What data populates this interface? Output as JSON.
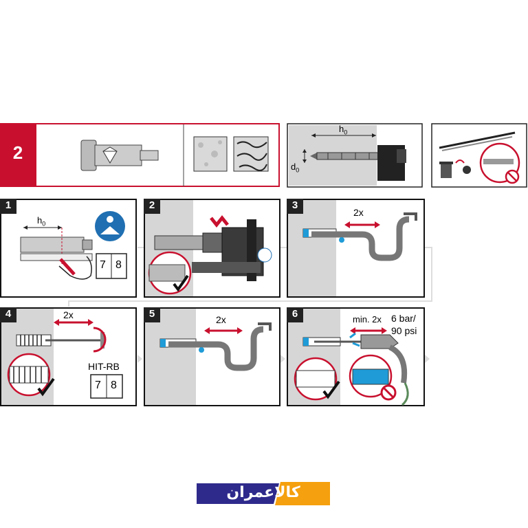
{
  "header": {
    "step_badge": "2",
    "h0_label": "h",
    "h0_sub": "0",
    "d0_label": "d",
    "d0_sub": "0"
  },
  "steps": [
    {
      "number": "1",
      "h0_label": "h",
      "h0_sub": "0",
      "book_pages": [
        "7",
        "8"
      ]
    },
    {
      "number": "2"
    },
    {
      "number": "3",
      "repeat_label": "2x"
    },
    {
      "number": "4",
      "repeat_label": "2x",
      "brush_label": "HIT-RB",
      "book_pages": [
        "7",
        "8"
      ]
    },
    {
      "number": "5",
      "repeat_label": "2x"
    },
    {
      "number": "6",
      "repeat_label": "min. 2x",
      "pressure_line1": "6 bar/",
      "pressure_line2": "90 psi"
    }
  ],
  "logo": {
    "text": "کالاعمران"
  },
  "colors": {
    "accent": "#c8102e",
    "water": "#1f9bd7",
    "concrete": "#d8d8d8"
  }
}
